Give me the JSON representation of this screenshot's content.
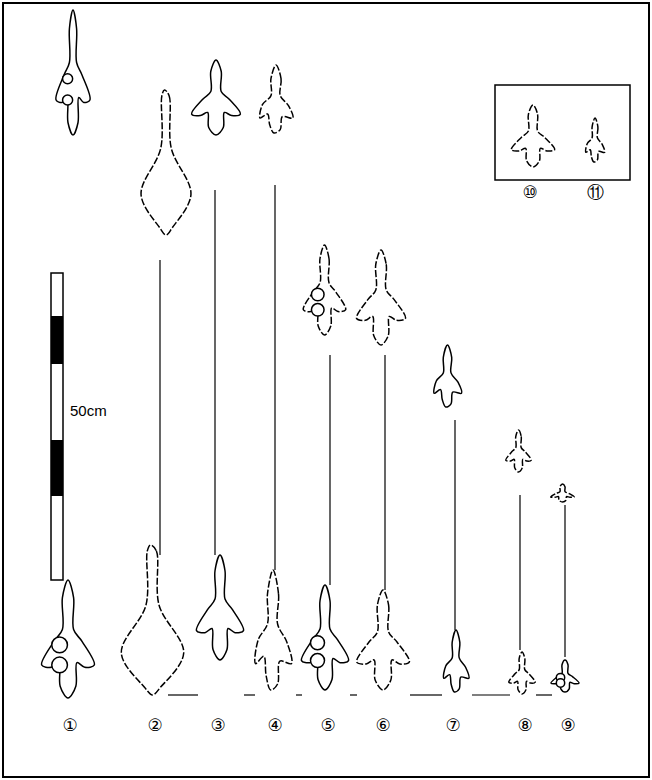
{
  "diagram": {
    "labels": [
      "50cm",
      "①",
      "②",
      "③",
      "④",
      "⑤",
      "⑥",
      "⑦",
      "⑧",
      "⑨",
      "⑩",
      "⑪"
    ]
  }
}
